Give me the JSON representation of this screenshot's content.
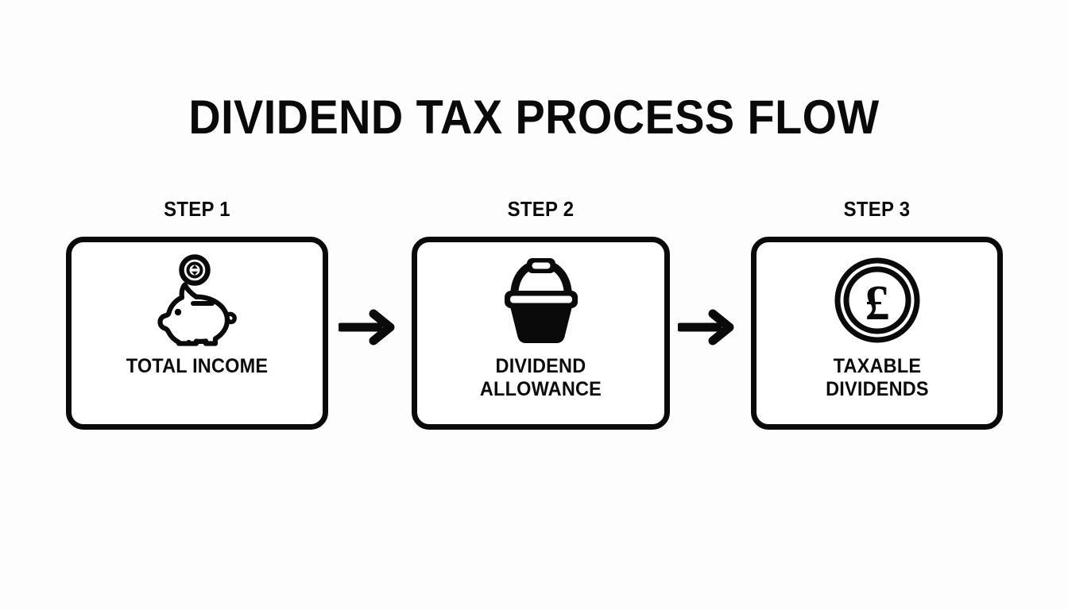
{
  "page": {
    "title": "DIVIDEND TAX PROCESS FLOW",
    "background_color": "#fdfdfd",
    "ink_color": "#0a0a0a"
  },
  "flow": {
    "type": "process-flow",
    "direction": "left-to-right",
    "connector": "arrow-right",
    "connector_count": 2,
    "steps": [
      {
        "label": "STEP 1",
        "icon": "piggy-bank-icon",
        "icon_style": "outline",
        "text_lines": [
          "TOTAL INCOME"
        ]
      },
      {
        "label": "STEP 2",
        "icon": "bucket-icon",
        "icon_style": "solid",
        "text_lines": [
          "DIVIDEND",
          "ALLOWANCE"
        ]
      },
      {
        "label": "STEP 3",
        "icon": "pound-coin-icon",
        "icon_style": "outline",
        "text_lines": [
          "TAXABLE",
          "DIVIDENDS"
        ]
      }
    ]
  }
}
